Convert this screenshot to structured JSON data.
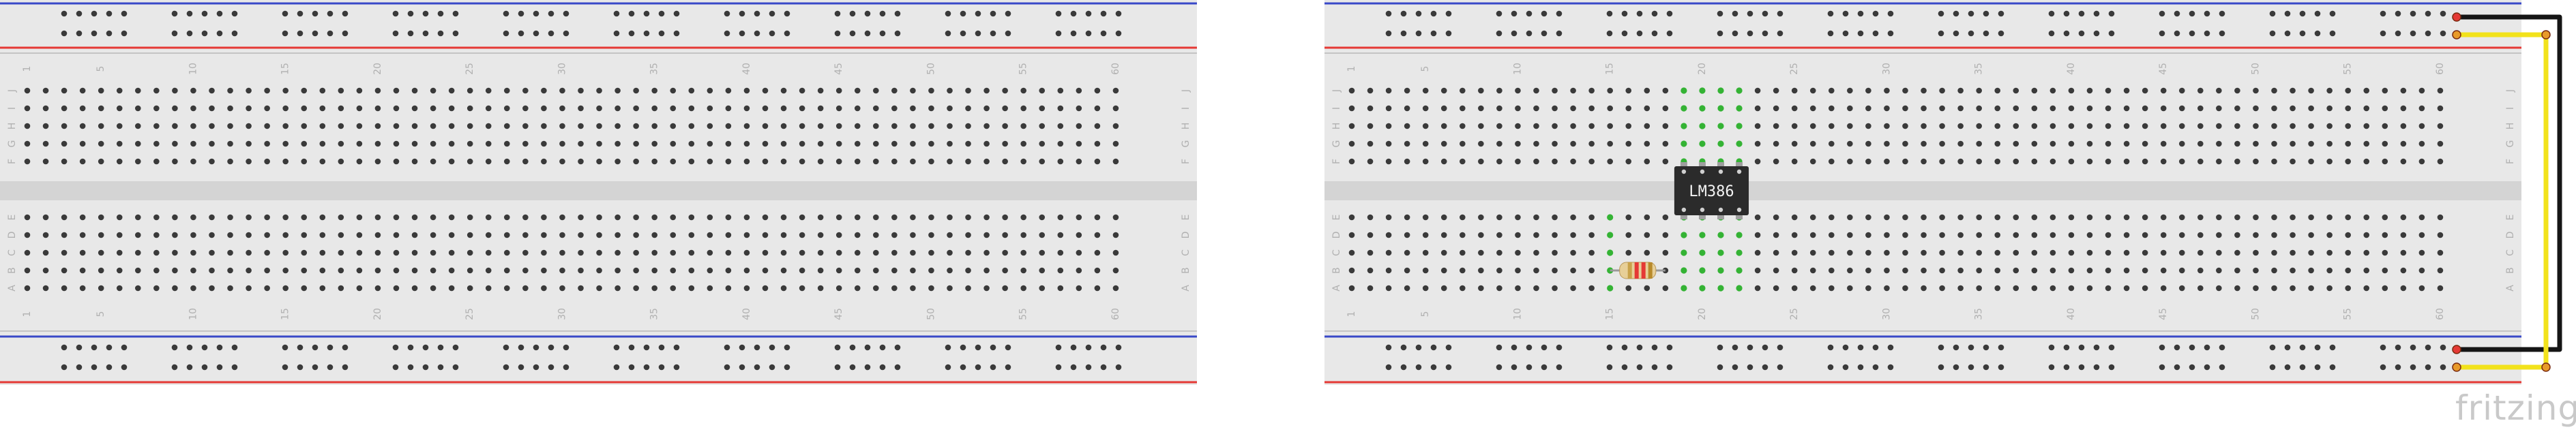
{
  "breadboards": [
    {
      "name": "breadboard-left",
      "column_count": 60,
      "row_labels_top": [
        "J",
        "I",
        "H",
        "G",
        "F"
      ],
      "row_labels_bottom": [
        "E",
        "D",
        "C",
        "B",
        "A"
      ],
      "column_number_labels": [
        "1",
        "5",
        "10",
        "15",
        "20",
        "25",
        "30",
        "35",
        "40",
        "45",
        "50",
        "55",
        "60"
      ]
    },
    {
      "name": "breadboard-right",
      "column_count": 60,
      "row_labels_top": [
        "J",
        "I",
        "H",
        "G",
        "F"
      ],
      "row_labels_bottom": [
        "E",
        "D",
        "C",
        "B",
        "A"
      ],
      "column_number_labels": [
        "1",
        "5",
        "10",
        "15",
        "20",
        "25",
        "30",
        "35",
        "40",
        "45",
        "50",
        "55",
        "60"
      ]
    }
  ],
  "components": {
    "ic_label": "LM386",
    "resistor_bands": [
      "#c9a24a",
      "#e53935",
      "#e53935",
      "#b88a2b"
    ]
  },
  "colors": {
    "board": "#e8e8e8",
    "channel": "#d4d4d4",
    "hole": "#3a3a3a",
    "active_hole": "#34b334",
    "rail_red": "#e53935",
    "rail_blue": "#3949c8",
    "wire_black": "#151515",
    "wire_yellow": "#f2e21b",
    "ic_body": "#2b2b2b"
  },
  "watermark_text": "fritzing"
}
